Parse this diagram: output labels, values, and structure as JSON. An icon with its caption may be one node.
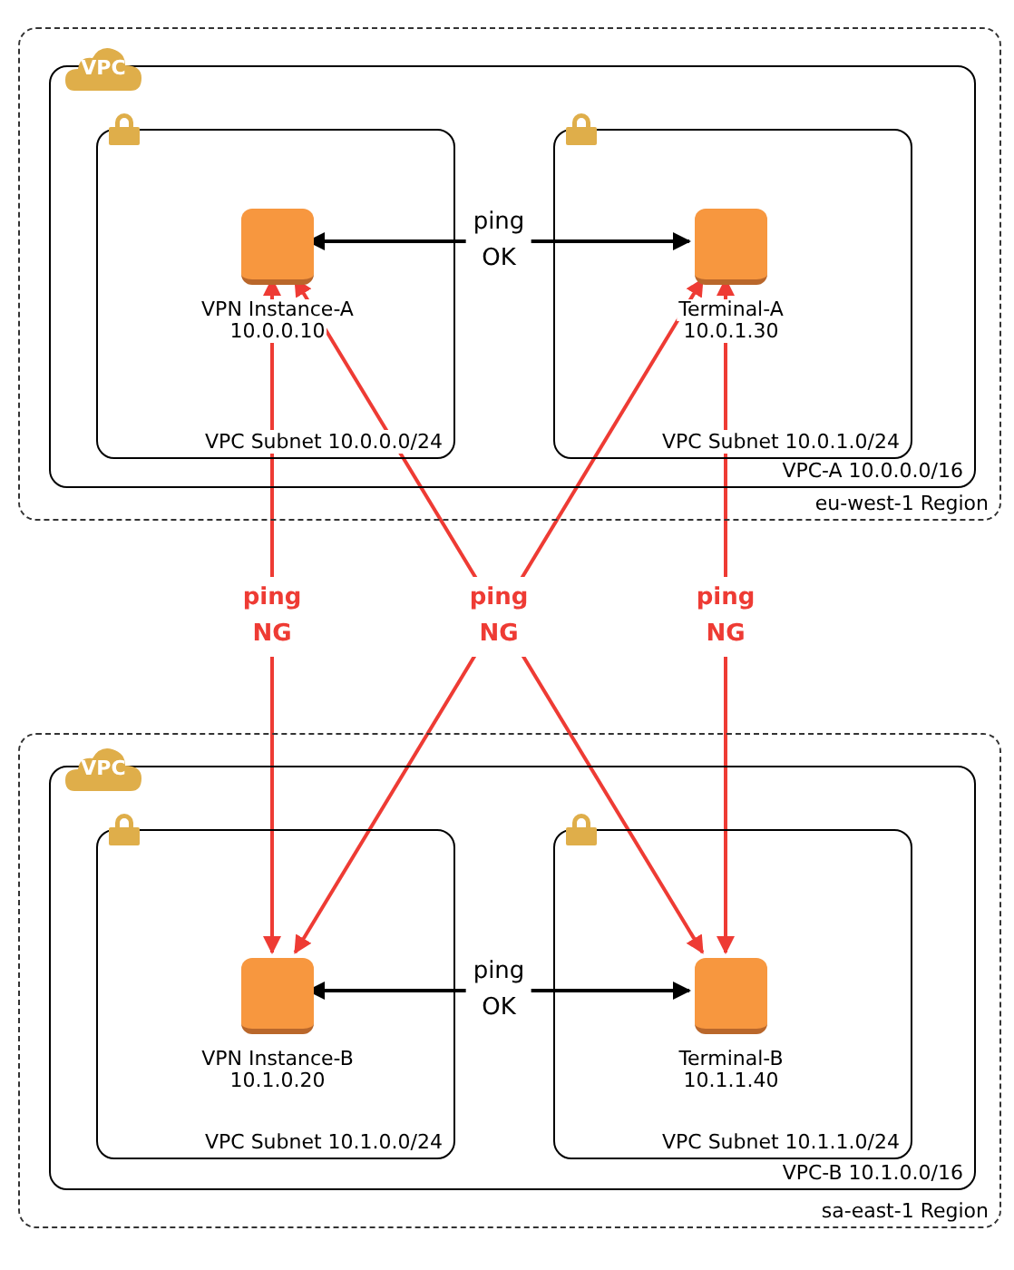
{
  "diagram": {
    "nodes": [
      {
        "text": [
          "eu-west-1 Region"
        ]
      },
      {
        "text": [
          "VPC",
          "VPC-A 10.0.0.0/16"
        ],
        "in": 0
      },
      {
        "text": [
          "VPC Subnet 10.0.0.0/24"
        ],
        "in": 1
      },
      {
        "text": [],
        "shape": "box",
        "beside": [
          "VPN Instance-A",
          "10.0.0.10"
        ],
        "in": 2
      },
      {
        "text": [
          "VPC Subnet 10.0.1.0/24"
        ],
        "in": 1
      },
      {
        "text": [],
        "shape": "box",
        "beside": [
          "Terminal-A",
          "10.0.1.30"
        ],
        "in": 4
      },
      {
        "text": [
          "sa-east-1 Region"
        ]
      },
      {
        "text": [
          "VPC",
          "VPC-B 10.1.0.0/16"
        ],
        "in": 6
      },
      {
        "text": [
          "VPC Subnet 10.1.0.0/24"
        ],
        "in": 7
      },
      {
        "text": [],
        "shape": "box",
        "beside": [
          "VPN Instance-B",
          "10.1.0.20"
        ],
        "in": 8
      },
      {
        "text": [
          "VPC Subnet 10.1.1.0/24"
        ],
        "in": 7
      },
      {
        "text": [],
        "shape": "box",
        "beside": [
          "Terminal-B",
          "10.1.1.40"
        ],
        "in": 10
      }
    ],
    "edges": [
      {
        "from": 3,
        "to": 5,
        "arrow": "both",
        "label": "ping OK",
        "color": "#000000"
      },
      {
        "from": 3,
        "to": 9,
        "arrow": "both",
        "label": "ping NG"
      },
      {
        "from": 3,
        "to": 11,
        "arrow": "both",
        "label": "ping NG"
      },
      {
        "from": 5,
        "to": 9,
        "arrow": "both"
      },
      {
        "from": 5,
        "to": 11,
        "arrow": "both",
        "label": "ping NG"
      },
      {
        "from": 9,
        "to": 11,
        "arrow": "both",
        "label": "ping OK",
        "color": "#000000"
      }
    ]
  }
}
